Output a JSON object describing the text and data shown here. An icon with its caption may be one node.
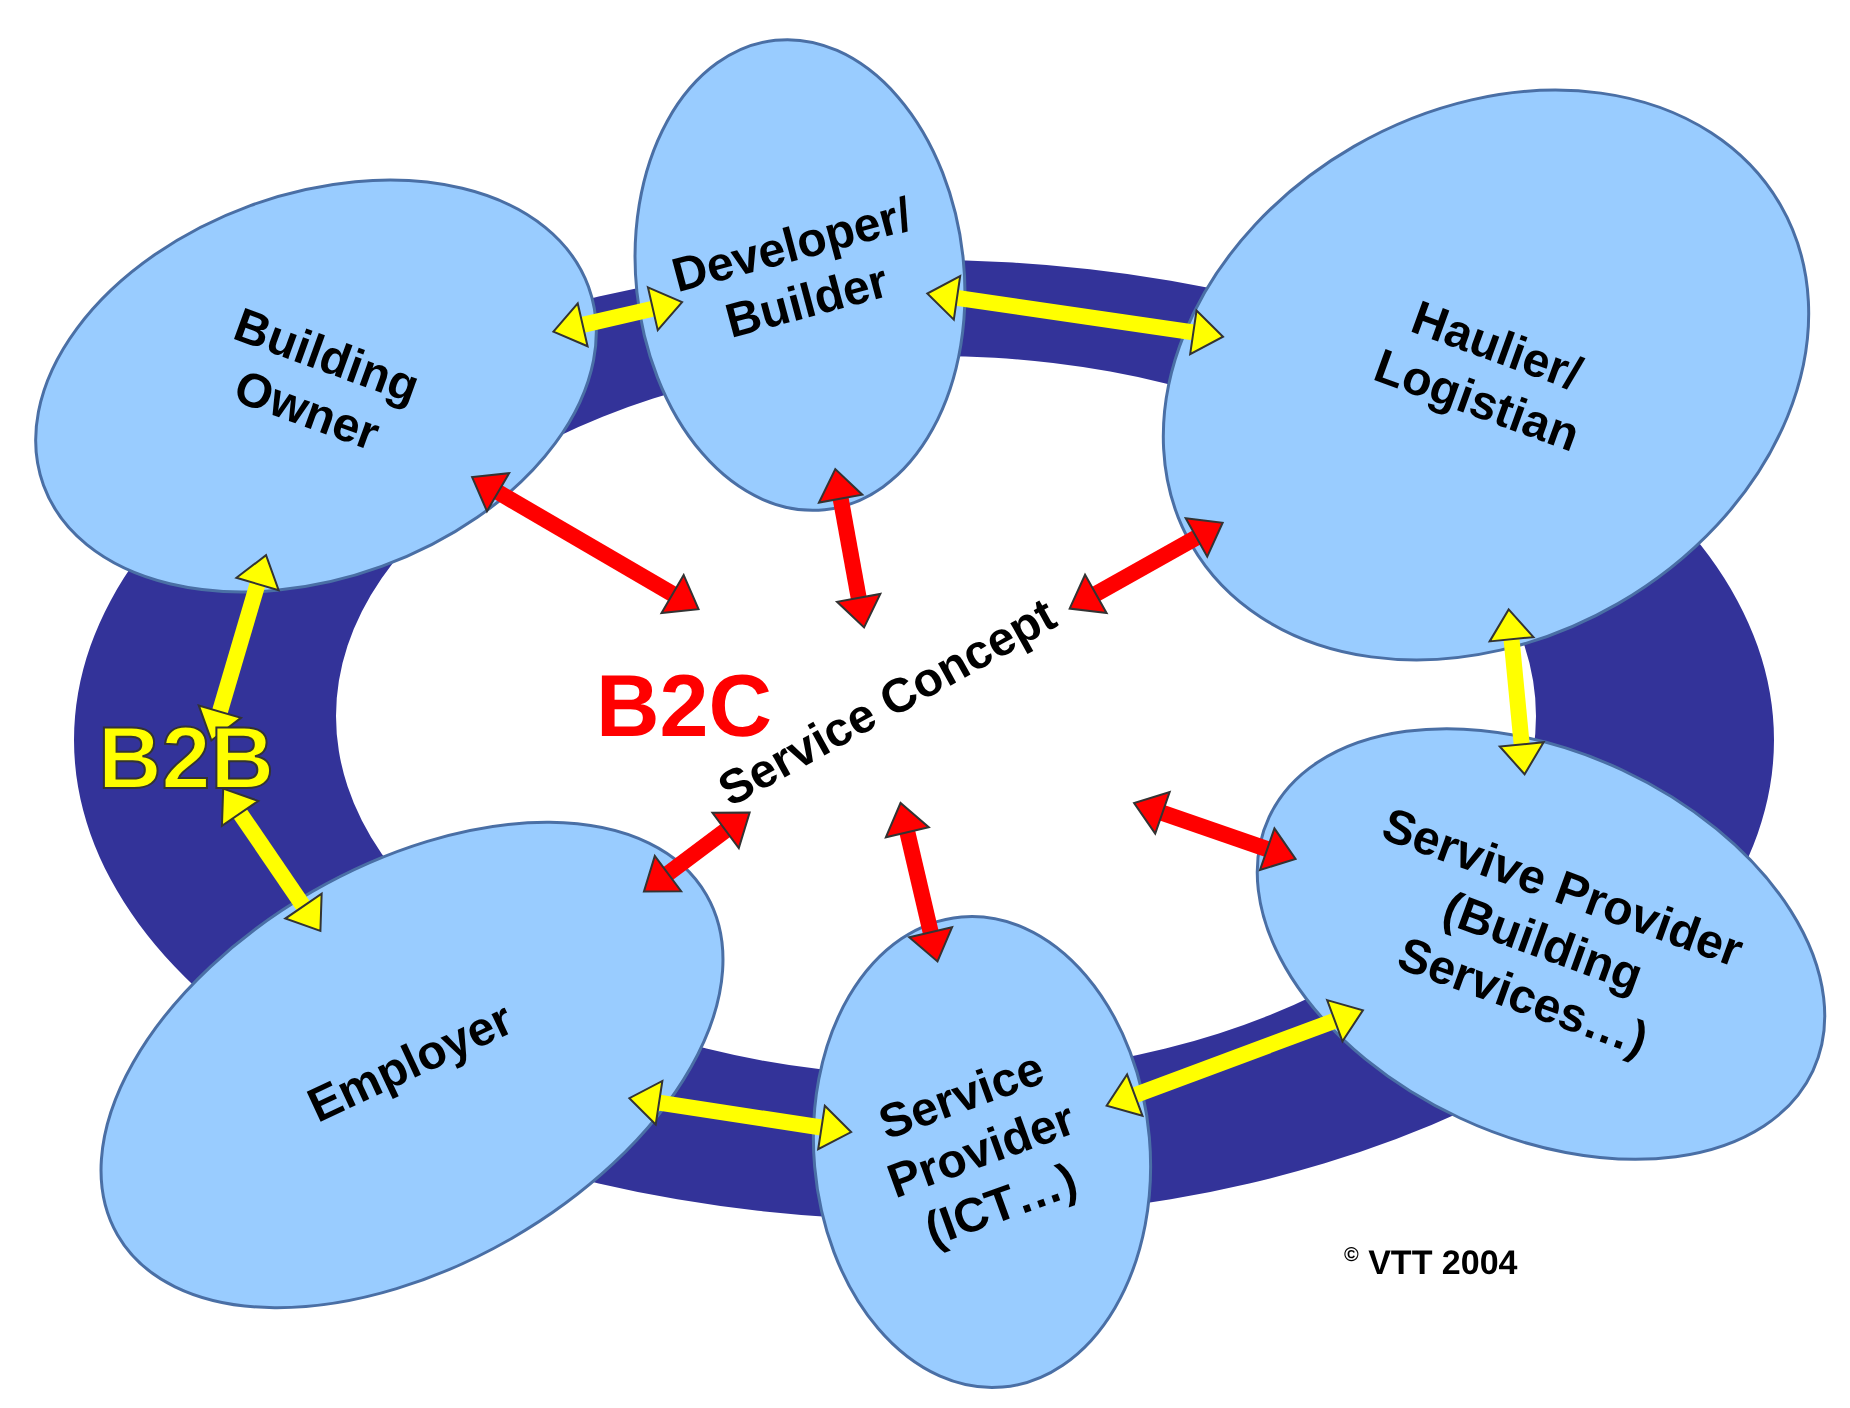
{
  "diagram": {
    "nodes": [
      {
        "text": [
          "Building Owner"
        ]
      },
      {
        "text": [
          "Developer/ Builder"
        ]
      },
      {
        "text": [
          "Haulier/ Logistian"
        ]
      },
      {
        "text": [
          "Servive Provider (Building Services…)"
        ]
      },
      {
        "text": [
          "Service Provider (ICT…)"
        ]
      },
      {
        "text": [
          "Employer"
        ]
      },
      {
        "text": [
          "B2C",
          "Service Concept"
        ]
      },
      {
        "text": [
          "B2B"
        ]
      }
    ],
    "edges": [
      {
        "from": 0,
        "to": 1,
        "arrow": "both",
        "color": "#ffff00"
      },
      {
        "from": 1,
        "to": 2,
        "arrow": "both",
        "color": "#ffff00"
      },
      {
        "from": 2,
        "to": 3,
        "arrow": "both",
        "color": "#ffff00"
      },
      {
        "from": 3,
        "to": 4,
        "arrow": "both",
        "color": "#ffff00"
      },
      {
        "from": 4,
        "to": 5,
        "arrow": "both",
        "color": "#ffff00"
      },
      {
        "from": 0,
        "to": 7,
        "arrow": "both",
        "color": "#ffff00"
      },
      {
        "from": 7,
        "to": 5,
        "arrow": "both",
        "color": "#ffff00"
      },
      {
        "from": 0,
        "to": 6,
        "arrow": "both",
        "color": "#ff0000"
      },
      {
        "from": 1,
        "to": 6,
        "arrow": "both",
        "color": "#ff0000"
      },
      {
        "from": 2,
        "to": 6,
        "arrow": "both",
        "color": "#ff0000"
      },
      {
        "from": 3,
        "to": 6,
        "arrow": "both",
        "color": "#ff0000"
      },
      {
        "from": 4,
        "to": 6,
        "arrow": "both",
        "color": "#ff0000"
      },
      {
        "from": 5,
        "to": 6,
        "arrow": "both",
        "color": "#ff0000"
      }
    ],
    "labels": [
      "$^{©}$ VTT 2004"
    ]
  }
}
